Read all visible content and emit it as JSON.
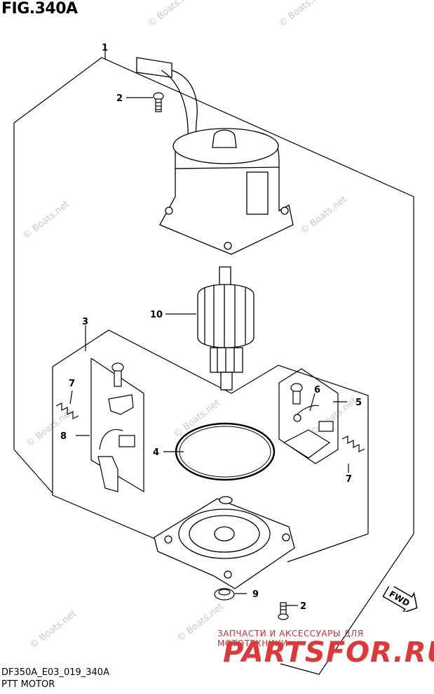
{
  "figure": {
    "title": "FIG.340A",
    "code": "DF350A_E03_019_340A",
    "caption": "PTT MOTOR"
  },
  "watermarks": {
    "boats": "© Boats.net",
    "shop_line": "ЗАПЧАСТИ И АКСЕССУАРЫ ДЛЯ МОТОТЕХНИКИ",
    "shop_logo": "PARTSFOR.RU"
  },
  "direction_badge": "FWD",
  "callouts": {
    "c1": "1",
    "c2a": "2",
    "c2b": "2",
    "c3": "3",
    "c4": "4",
    "c5": "5",
    "c6": "6",
    "c7a": "7",
    "c7b": "7",
    "c8": "8",
    "c9": "9",
    "c10": "10"
  }
}
